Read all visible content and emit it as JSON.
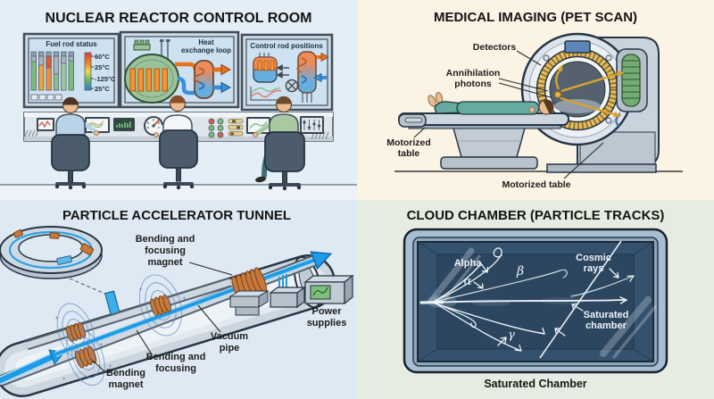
{
  "reactor": {
    "title": "NUCLEAR REACTOR CONTROL ROOM",
    "monitors": {
      "fuel_rod": {
        "title": "Fuel rod status",
        "scale_labels": [
          "60°C",
          "25°C",
          "-125°C",
          "25°C"
        ]
      },
      "heat_loop": {
        "title_lines": [
          "Heat",
          "exchange loop"
        ]
      },
      "control_rods": {
        "title": "Control rod positions"
      }
    }
  },
  "pet": {
    "title": "MEDICAL IMAGING (PET SCAN)",
    "labels": {
      "detectors": "Detectors",
      "annihilation_lines": [
        "Annihilation",
        "photons"
      ],
      "motorized_table_left_lines": [
        "Motorized",
        "table"
      ],
      "motorized_table_bottom": "Motorized table"
    }
  },
  "accelerator": {
    "title": "PARTICLE ACCELERATOR TUNNEL",
    "labels": {
      "bending_focusing_magnet_lines": [
        "Bending and",
        "focusing",
        "magnet"
      ],
      "vacuum_pipe_lines": [
        "Vacuum",
        "pipe"
      ],
      "bending_focusing_lines": [
        "Bending and",
        "focusing"
      ],
      "bending_magnet_lines": [
        "Bending",
        "magnet"
      ],
      "power_supplies_lines": [
        "Power",
        "supplies"
      ]
    }
  },
  "cloud": {
    "title": "CLOUD CHAMBER (PARTICLE TRACKS)",
    "labels": {
      "alpha_word": "Alpha",
      "alpha_symbol": "α",
      "beta_symbol": "β",
      "gamma_symbol": "γ",
      "cosmic_rays_lines": [
        "Cosmic",
        "rays"
      ],
      "saturated_chamber_lines": [
        "Saturated",
        "chamber"
      ],
      "caption": "Saturated Chamber"
    }
  },
  "colors": {
    "reactor_bg": "#e4eef6",
    "pet_bg": "#fbf3e4",
    "accelerator_bg": "#dfe9f3",
    "cloud_bg": "#e7ece2",
    "beam_blue": "#1e9be6",
    "copper_coil": "#c8793a",
    "photon_gold": "#d9a32e",
    "detector_gold": "#e2bd62",
    "reactor_vessel_green": "#9cc29b",
    "chamber_navy": "#34526e",
    "hot_orange": "#ef8a5a",
    "cold_blue": "#66aede"
  }
}
